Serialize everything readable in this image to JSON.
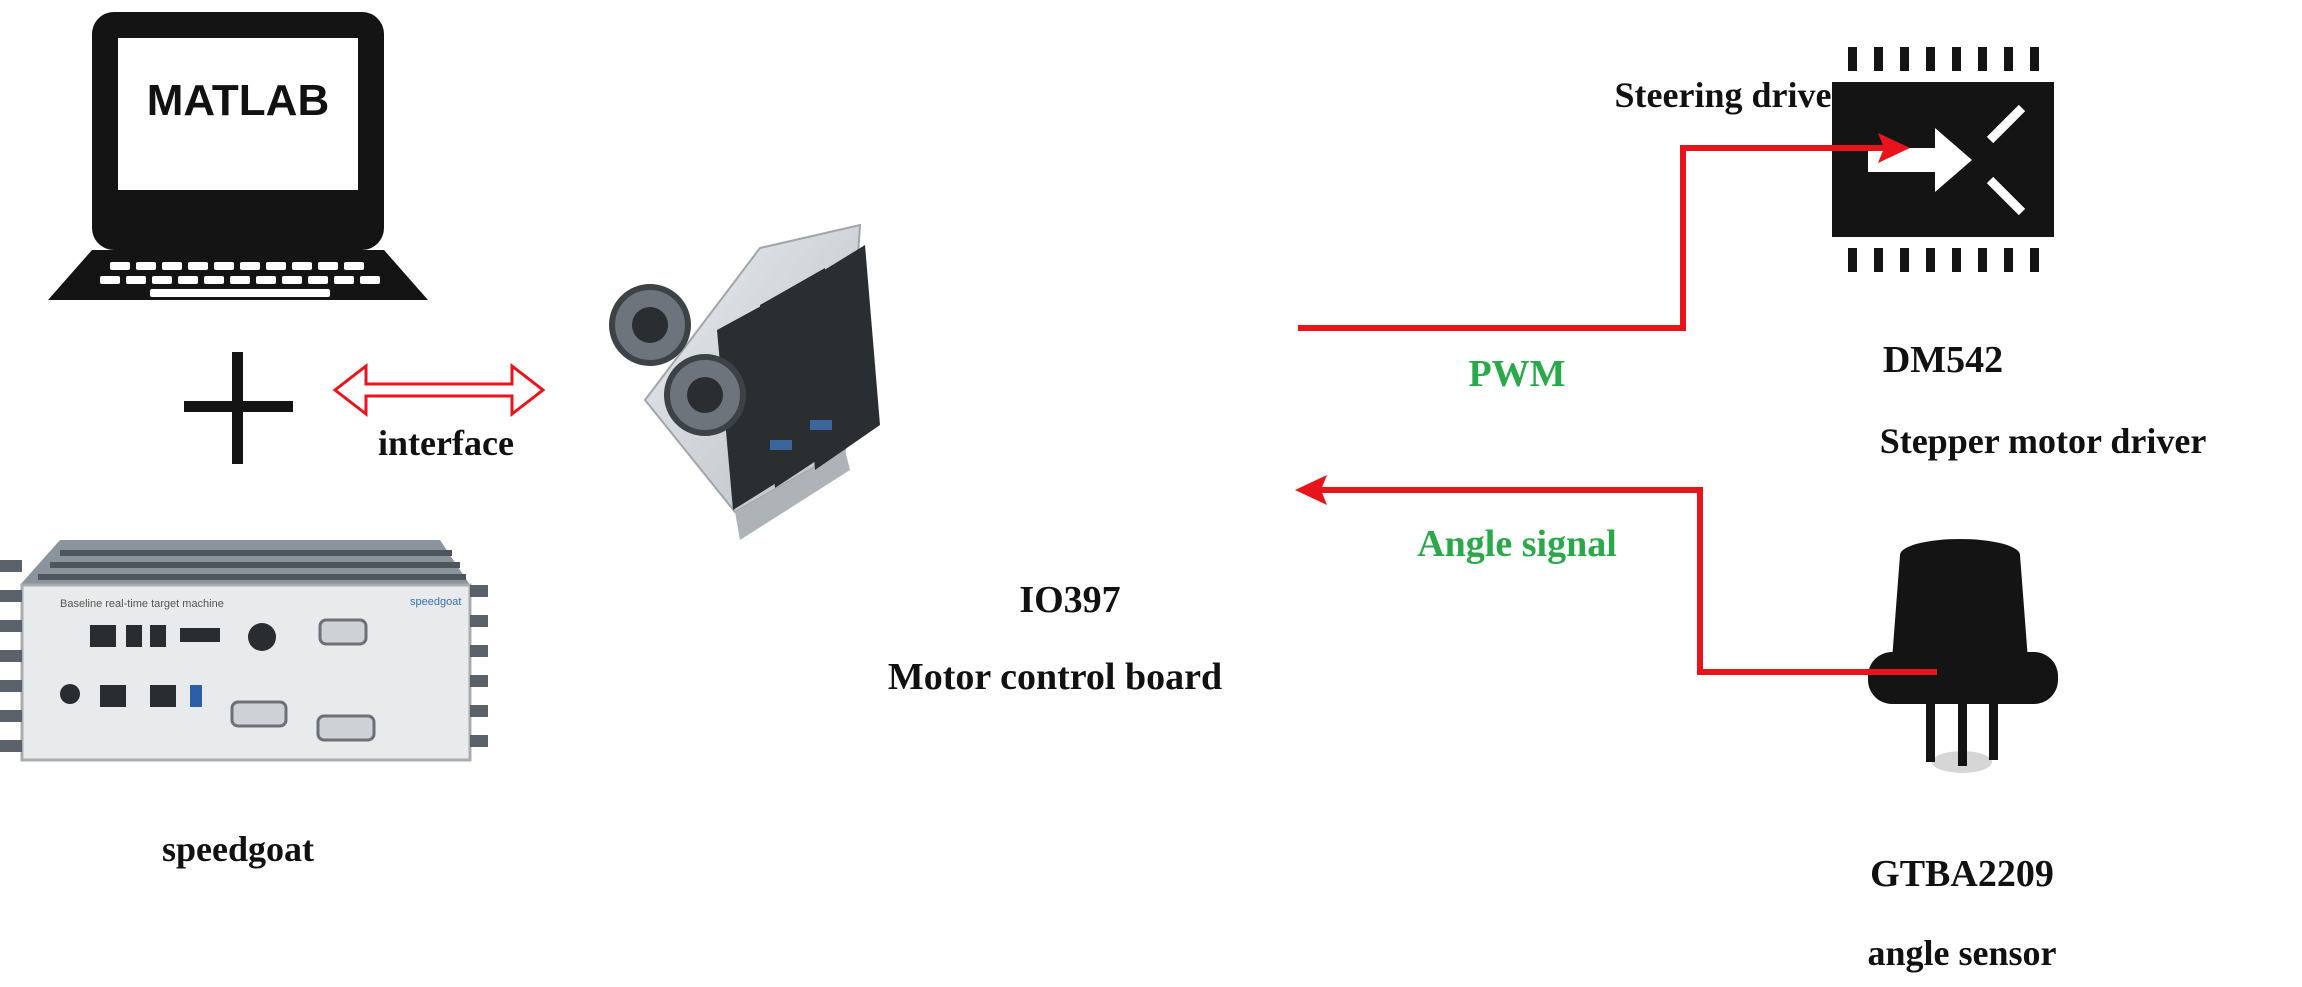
{
  "laptop": {
    "screen_text": "MATLAB",
    "icon": "laptop-icon"
  },
  "plus_symbol": "+",
  "speedgoat": {
    "label": "speedgoat",
    "front_panel_text": "Baseline real-time target machine",
    "brand_text": "speedgoat",
    "icon": "target-machine-image"
  },
  "interface": {
    "label": "interface",
    "icon": "double-arrow-icon"
  },
  "board": {
    "model": "IO397",
    "description": "Motor control board",
    "icon": "motor-control-board-image"
  },
  "driver": {
    "top_label": "Steering drive",
    "model": "DM542",
    "description": "Stepper motor driver",
    "icon": "stepper-driver-chip-icon"
  },
  "sensor": {
    "model": "GTBA2209",
    "description": "angle sensor",
    "icon": "angle-sensor-icon"
  },
  "signals": {
    "pwm": "PWM",
    "angle": "Angle signal"
  },
  "colors": {
    "arrow": "#e8141b",
    "signal_text": "#2aa84a",
    "text": "#111111",
    "icon_fill": "#141414"
  }
}
